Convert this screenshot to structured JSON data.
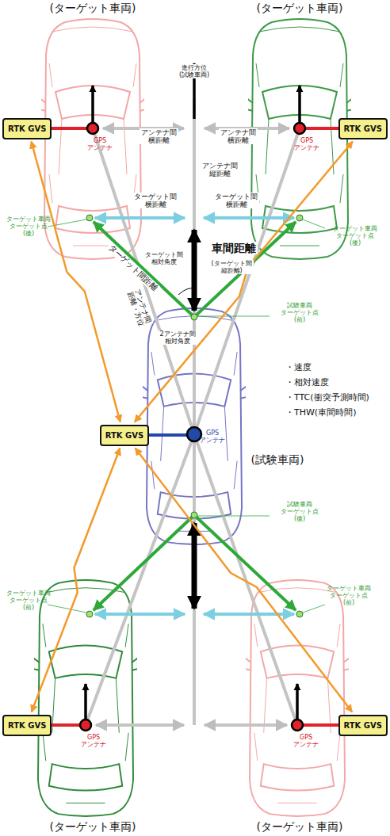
{
  "diagram": {
    "nodes": [
      {
        "text": [
          "RTK GVS"
        ]
      },
      {
        "text": [
          "RTK GVS"
        ]
      },
      {
        "text": [
          "RTK GVS"
        ]
      },
      {
        "text": [
          "RTK GVS"
        ]
      },
      {
        "text": [
          "RTK GVS"
        ]
      }
    ],
    "edges": [
      {
        "from": 2,
        "to": 0,
        "arrow": "both"
      },
      {
        "from": 2,
        "to": 1,
        "arrow": "both"
      },
      {
        "from": 2,
        "to": 3,
        "arrow": "both"
      },
      {
        "from": 2,
        "to": 4,
        "arrow": "both"
      }
    ],
    "labels": [
      "(ターゲット車両)",
      "(ターゲット車両)",
      "進行方位 (試験車両)",
      "GPS アンテナ",
      "GPS アンテナ",
      "アンテナ間 横距離",
      "アンテナ間 横距離",
      "アンテナ間 縦距離",
      "ターゲット間 横距離",
      "ターゲット間 横距離",
      "ターゲット車両 ターゲット点(後)",
      "ターゲット車両 ターゲット点(後)",
      "ターゲット間 相対角度",
      "車間距離",
      "(ターゲット間 縦距離)",
      "ターゲット間距離",
      "アンテナ間 距離・方位",
      "試験車両 ターゲット点(前)",
      "2アンテナ間 相対角度",
      "・速度",
      "・相対速度",
      "・TTC(衝突予測時間)",
      "・THW(車間時間)",
      "GPS アンテナ",
      "(試験車両)",
      "試験車両 ターゲット点(後)",
      "ターゲット車両 ターゲット点(前)",
      "ターゲット車両 ターゲット点(前)",
      "GPS アンテナ",
      "GPS アンテナ",
      "(ターゲット車両)",
      "(ターゲット車両)"
    ]
  }
}
